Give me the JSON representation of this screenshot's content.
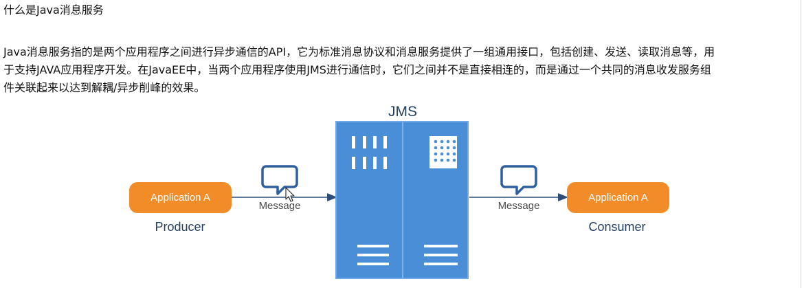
{
  "page": {
    "heading": "什么是Java消息服务",
    "paragraph_lines": [
      "Java消息服务指的是两个应用程序之间进行异步通信的API，它为标准消息协议和消息服务提供了一组通用接口，包括创建、发送、读取消息等，用",
      "于支持JAVA应用程序开发。在JavaEE中，当两个应用程序使用JMS进行通信时，它们之间并不是直接相连的，而是通过一个共同的消息收发服务组",
      "件关联起来以达到解耦/异步削峰的效果。"
    ]
  },
  "diagram": {
    "server_label": "JMS",
    "producer": {
      "app_label": "Application  A",
      "role_label": "Producer"
    },
    "consumer": {
      "app_label": "Application  A",
      "role_label": "Consumer"
    },
    "left_message_label": "Message",
    "right_message_label": "Message",
    "icons": [
      "chat-bubble-icon",
      "chat-bubble-icon",
      "vertical-bars-icon",
      "dot-grid-icon",
      "menu-lines-icon",
      "menu-lines-icon",
      "mouse-cursor-icon"
    ],
    "colors": {
      "app_box": "#F28C28",
      "server_fill": "#4A8ED8",
      "server_border": "#6FA8E6",
      "line": "#2F4E78",
      "text_blue": "#243F60",
      "message_text": "#4A4A4A"
    }
  }
}
